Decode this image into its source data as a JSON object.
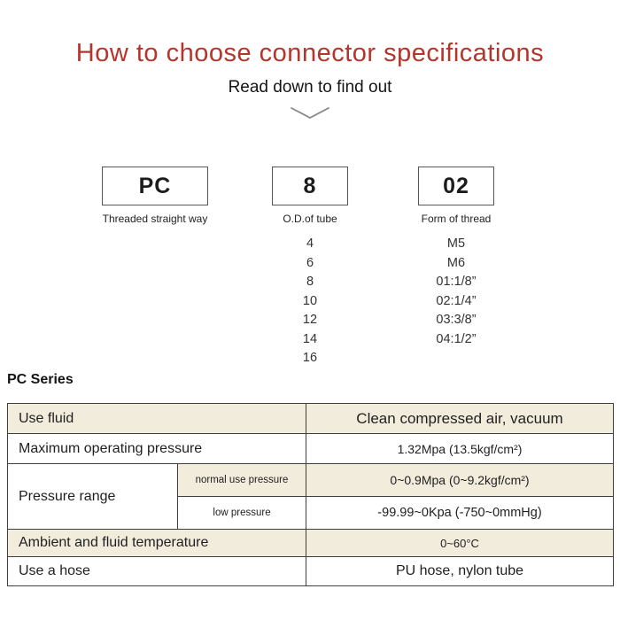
{
  "page": {
    "title": "How to choose connector specifications",
    "subtitle": "Read down to find out"
  },
  "icons": {
    "chevron_down": "chevron pointing down below subtitle"
  },
  "code_boxes": [
    {
      "code": "PC",
      "caption": "Threaded straight way",
      "options": []
    },
    {
      "code": "8",
      "caption": "O.D.of tube",
      "options": [
        "4",
        "6",
        "8",
        "10",
        "12",
        "14",
        "16"
      ]
    },
    {
      "code": "02",
      "caption": "Form of thread",
      "options": [
        "M5",
        "M6",
        "01:1/8”",
        "02:1/4”",
        "03:3/8”",
        "04:1/2”"
      ]
    }
  ],
  "series": {
    "heading": "PC Series",
    "table": {
      "use_fluid": {
        "label": "Use fluid",
        "value": "Clean compressed air, vacuum"
      },
      "max_pressure": {
        "label": "Maximum operating pressure",
        "value": "1.32Mpa (13.5kgf/cm²)"
      },
      "pressure_range": {
        "label": "Pressure range",
        "normal": {
          "label": "normal use pressure",
          "value": "0~0.9Mpa (0~9.2kgf/cm²)"
        },
        "low": {
          "label": "low pressure",
          "value": "-99.99~0Kpa (-750~0mmHg)"
        }
      },
      "temperature": {
        "label": "Ambient and fluid temperature",
        "value": "0~60°C"
      },
      "hose": {
        "label": "Use a hose",
        "value": "PU hose, nylon tube"
      }
    }
  },
  "colors": {
    "title_red": "#b5352c",
    "row_beige": "#f2ecdd",
    "table_border": "#3f3f3f",
    "chevron_gray": "#888888"
  }
}
